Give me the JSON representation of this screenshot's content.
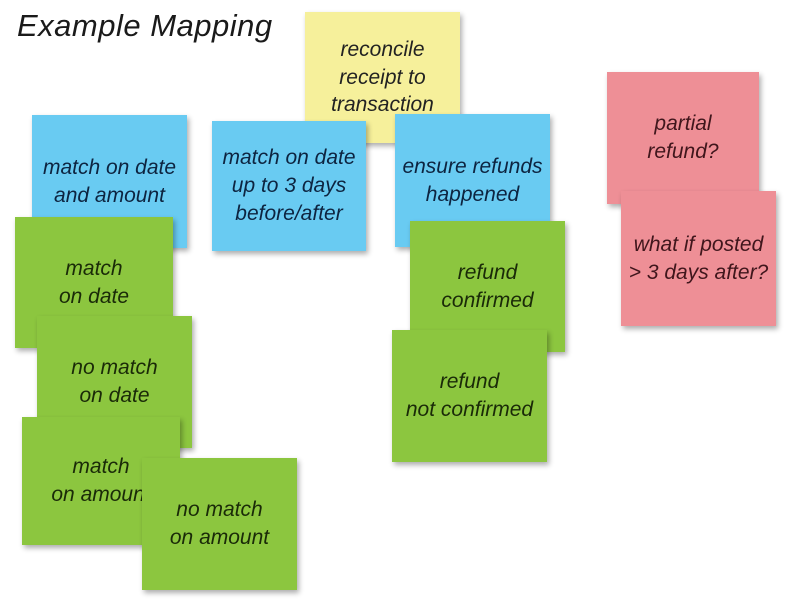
{
  "title": "Example Mapping",
  "colors": {
    "background": "#ffffff",
    "note_yellow": "#f6f09b",
    "note_blue": "#69cbf2",
    "note_green": "#8cc63f",
    "note_pink": "#ee8f96",
    "title_text": "#1a1a1a"
  },
  "notes": {
    "reconcile": {
      "color": "yellow",
      "text": "reconcile\nreceipt to\ntransaction"
    },
    "match_date_amount": {
      "color": "blue",
      "text": "match on date\nand amount"
    },
    "match_date_3days": {
      "color": "blue",
      "text": "match on date\nup to 3 days\nbefore/after"
    },
    "ensure_refunds": {
      "color": "blue",
      "text": "ensure refunds\nhappened"
    },
    "partial_refund": {
      "color": "pink",
      "text": "partial\nrefund?"
    },
    "posted_3days": {
      "color": "pink",
      "text": "what if posted\n> 3 days after?"
    },
    "match_on_date": {
      "color": "green",
      "text": "match\non date"
    },
    "no_match_on_date": {
      "color": "green",
      "text": "no match\non date"
    },
    "match_on_amount": {
      "color": "green",
      "text": "match\non amount"
    },
    "no_match_on_amount": {
      "color": "green",
      "text": "no match\non amount"
    },
    "refund_confirmed": {
      "color": "green",
      "text": "refund\nconfirmed"
    },
    "refund_not_confirmed": {
      "color": "green",
      "text": "refund\nnot confirmed"
    }
  }
}
